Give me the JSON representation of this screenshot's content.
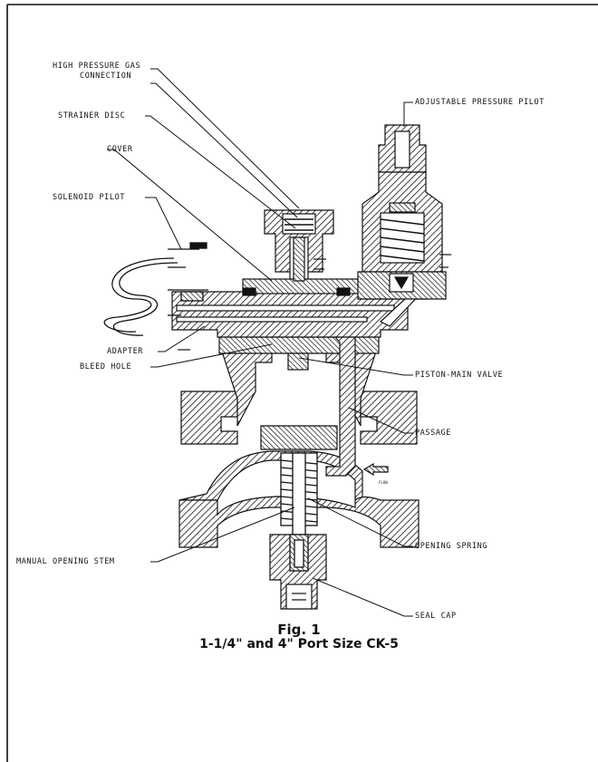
{
  "labels": {
    "high_pressure_gas": "HIGH PRESSURE GAS",
    "connection": "CONNECTION",
    "strainer_disc": "STRAINER DISC",
    "cover": "COVER",
    "solenoid_pilot": "SOLENOID PILOT",
    "adapter": "ADAPTER",
    "bleed_hole": "BLEED HOLE",
    "adjustable_pressure_pilot": "ADJUSTABLE PRESSURE PILOT",
    "piston_main_valve": "PISTON-MAIN VALVE",
    "passage": "PASSAGE",
    "flow": "FLOW",
    "opening_spring": "OPENING SPRING",
    "manual_opening_stem": "MANUAL OPENING STEM",
    "seal_cap": "SEAL CAP"
  },
  "caption": {
    "figure": "Fig. 1",
    "title": "1-1/4\" and 4\" Port Size CK-5"
  },
  "colors": {
    "line": "#111111",
    "background": "#ffffff"
  }
}
